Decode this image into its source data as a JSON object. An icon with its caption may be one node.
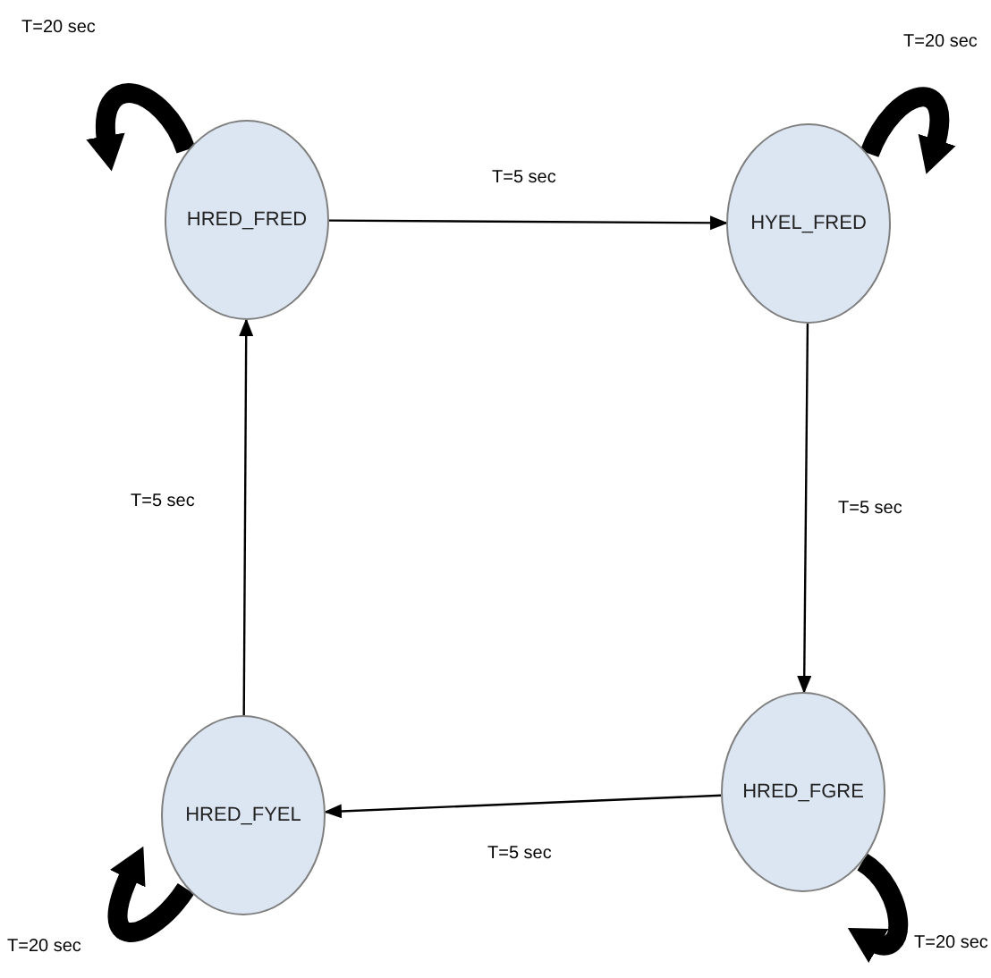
{
  "diagram": {
    "nodes": [
      {
        "text": [
          "HRED_FRED"
        ]
      },
      {
        "text": [
          "HYEL_FRED"
        ]
      },
      {
        "text": [
          "HRED_FGRE"
        ]
      },
      {
        "text": [
          "HRED_FYEL"
        ]
      }
    ],
    "edges": [
      {
        "from": 0,
        "to": 1,
        "arrow": "to",
        "label": "T=5 sec"
      },
      {
        "from": 1,
        "to": 2,
        "arrow": "to",
        "label": "T=5 sec"
      },
      {
        "from": 2,
        "to": 3,
        "arrow": "to",
        "label": "T=5 sec"
      },
      {
        "from": 3,
        "to": 0,
        "arrow": "to",
        "label": "T=5 sec"
      },
      {
        "from": 0,
        "to": 0,
        "arrow": "to",
        "label": "T=20 sec",
        "style": "thick"
      },
      {
        "from": 1,
        "to": 1,
        "arrow": "to",
        "label": "T=20 sec",
        "style": "thick"
      },
      {
        "from": 2,
        "to": 2,
        "arrow": "to",
        "label": "T=20 sec",
        "style": "thick"
      },
      {
        "from": 3,
        "to": 3,
        "arrow": "to",
        "label": "T=20 sec",
        "style": "thick"
      }
    ]
  }
}
